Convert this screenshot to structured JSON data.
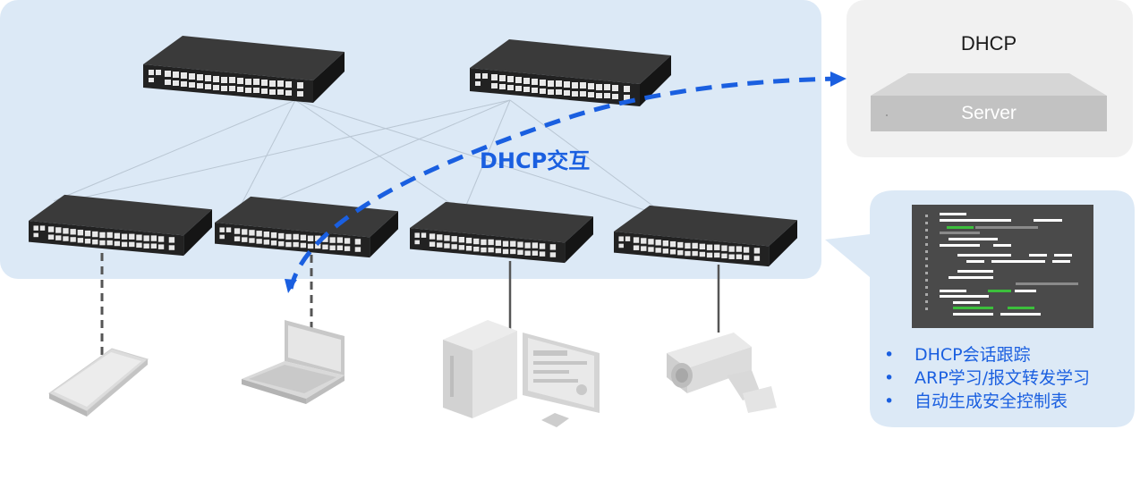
{
  "server_panel": {
    "title": "DHCP",
    "server_label": "Server"
  },
  "interaction_label": "DHCP交互",
  "features": [
    "DHCP会话跟踪",
    "ARP学习/报文转发学习",
    "自动生成安全控制表"
  ],
  "icons": [
    "switch-icon",
    "phone-icon",
    "laptop-icon",
    "pc-icon",
    "monitor-icon",
    "camera-icon",
    "server-icon",
    "code-screen-icon"
  ],
  "colors": {
    "accent": "#1a5fe0",
    "network_panel": "#dce9f6",
    "feature_panel": "#dce9f6",
    "server_panel": "#f1f1f1",
    "switch_body": "#2b2b2b"
  }
}
